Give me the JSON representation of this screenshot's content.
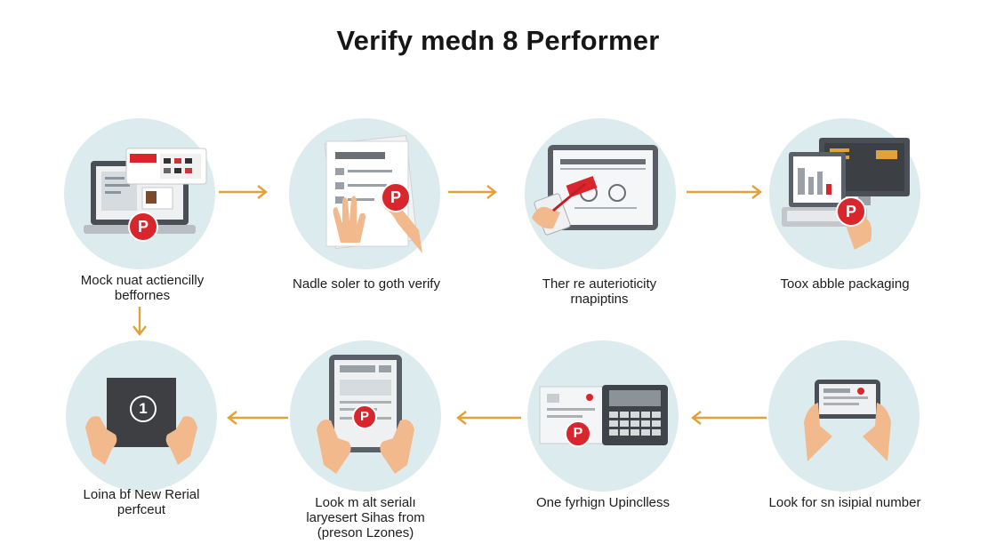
{
  "title": "Verify medn 8 Performer",
  "steps": [
    {
      "caption": [
        "Mock nuat actiencilly",
        "beffornes"
      ]
    },
    {
      "caption": [
        "Nadle soler to goth verify"
      ]
    },
    {
      "caption": [
        "Ther re auterioticity",
        "rnapiptins"
      ]
    },
    {
      "caption": [
        "Toox abble packaging"
      ]
    },
    {
      "caption": [
        "Look for sn isipial number"
      ]
    },
    {
      "caption": [
        "One fyrhign Upinclless"
      ]
    },
    {
      "caption": [
        "Look m alt serialı",
        "laryesert Sihas from",
        "(preson Lzones)"
      ]
    },
    {
      "caption": [
        "Loina bf New Rerial",
        "perfceut"
      ]
    }
  ],
  "badge_letter": "P",
  "step8_number": "1",
  "colors": {
    "circle": "#dcebee",
    "arrow": "#e0a33a",
    "badge": "#d9262c",
    "skin": "#f2b98c"
  }
}
